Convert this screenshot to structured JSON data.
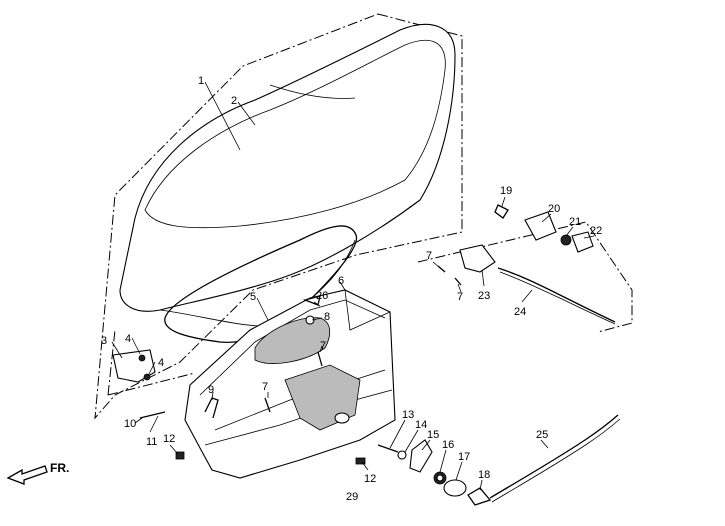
{
  "callouts": [
    {
      "id": "c1",
      "label": "1"
    },
    {
      "id": "c2",
      "label": "2"
    },
    {
      "id": "c3",
      "label": "3"
    },
    {
      "id": "c4a",
      "label": "4"
    },
    {
      "id": "c4b",
      "label": "4"
    },
    {
      "id": "c5",
      "label": "5"
    },
    {
      "id": "c6",
      "label": "6"
    },
    {
      "id": "c7a",
      "label": "7"
    },
    {
      "id": "c7b",
      "label": "7"
    },
    {
      "id": "c7c",
      "label": "7"
    },
    {
      "id": "c7d",
      "label": "7"
    },
    {
      "id": "c8",
      "label": "8"
    },
    {
      "id": "c9",
      "label": "9"
    },
    {
      "id": "c10",
      "label": "10"
    },
    {
      "id": "c11",
      "label": "11"
    },
    {
      "id": "c12a",
      "label": "12"
    },
    {
      "id": "c12b",
      "label": "12"
    },
    {
      "id": "c13",
      "label": "13"
    },
    {
      "id": "c14",
      "label": "14"
    },
    {
      "id": "c15",
      "label": "15"
    },
    {
      "id": "c16",
      "label": "16"
    },
    {
      "id": "c17",
      "label": "17"
    },
    {
      "id": "c18",
      "label": "18"
    },
    {
      "id": "c19",
      "label": "19"
    },
    {
      "id": "c20",
      "label": "20"
    },
    {
      "id": "c21",
      "label": "21"
    },
    {
      "id": "c22",
      "label": "22"
    },
    {
      "id": "c23",
      "label": "23"
    },
    {
      "id": "c24",
      "label": "24"
    },
    {
      "id": "c25",
      "label": "25"
    },
    {
      "id": "c26",
      "label": "26"
    },
    {
      "id": "c29",
      "label": "29"
    }
  ],
  "direction_marker": {
    "label": "FR.",
    "icon": "front-arrow-icon"
  }
}
